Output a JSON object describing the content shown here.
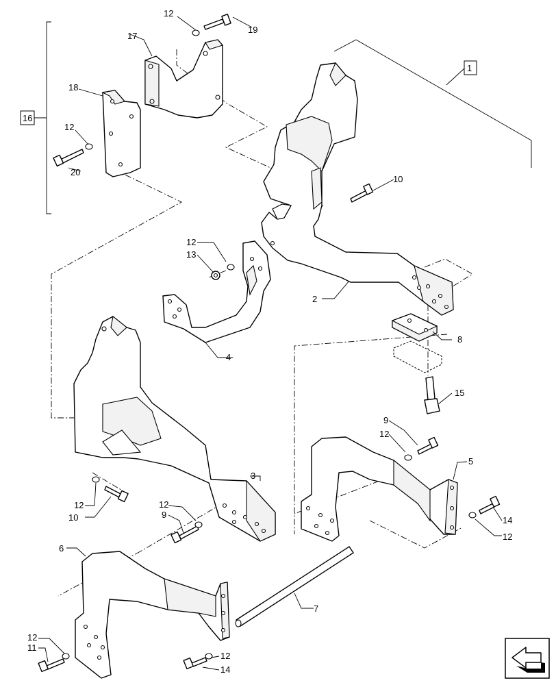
{
  "callouts": {
    "c1": "1",
    "c2": "2",
    "c3": "3",
    "c4": "4",
    "c5": "5",
    "c6": "6",
    "c7": "7",
    "c8": "8",
    "c9a": "9",
    "c9b": "9",
    "c10a": "10",
    "c10b": "10",
    "c11": "11",
    "c12a": "12",
    "c12b": "12",
    "c12c": "12",
    "c12d": "12",
    "c12e": "12",
    "c12f": "12",
    "c12g": "12",
    "c12h": "12",
    "c12i": "12",
    "c13": "13",
    "c14a": "14",
    "c14b": "14",
    "c15": "15",
    "c16": "16",
    "c17": "17",
    "c18": "18",
    "c19": "19",
    "c20": "20"
  },
  "nav_icon": "view-navigation-arrow-icon"
}
